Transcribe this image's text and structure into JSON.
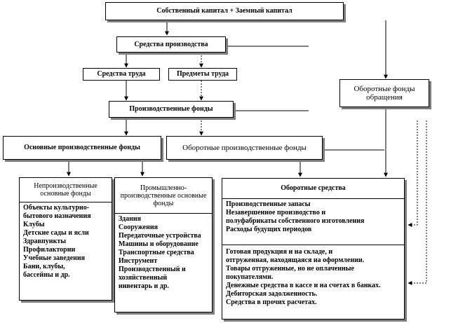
{
  "nodes": {
    "capital": "Собственный капитал + Заемный капитал",
    "means_production": "Средства производства",
    "labor_means": "Средства труда",
    "labor_objects": "Предметы труда",
    "circulation_funds": "Оборотные фонды обращения",
    "production_funds": "Производственные фонды",
    "fixed_prod_funds": "Основные производственные фонды",
    "circ_prod_funds": "Оборотные производственные фонды",
    "nonprod_fixed": "Непроизводственные основные фонды",
    "industrial_prod": "Промышленно-производственные основные фонды",
    "working_capital": "Оборотные средства"
  },
  "lists": {
    "nonprod_items": [
      "Объекты культурно-",
      "бытового назначения",
      "Клубы",
      "Детские сады и ясли",
      "Здравпункты",
      "Профилактории",
      "Учебные заведения",
      "Бани, клубы,",
      "бассейны и др."
    ],
    "industrial_items": [
      "Здания",
      "Сооружения",
      "Передаточные устройства",
      "Машины и оборудование",
      "Транспортные средства",
      "Инструмент",
      "Производственный и",
      "хозяйственный",
      "инвентарь и др."
    ],
    "working_capital_top": [
      "Производственные запасы",
      "Незавершенное производство и",
      "полуфабрикаты собственного изготовления",
      "Расходы будущих периодов"
    ],
    "working_capital_bottom": [
      "Готовая продукция и на складе, и",
      "отгруженная, находящаяся на оформлении.",
      "Товары отгруженные, но не оплаченные",
      "покупателями.",
      "Денежные средства в кассе и на счетах в банках.",
      "Дебиторская задолженность.",
      "Средства в прочих расчетах."
    ]
  }
}
